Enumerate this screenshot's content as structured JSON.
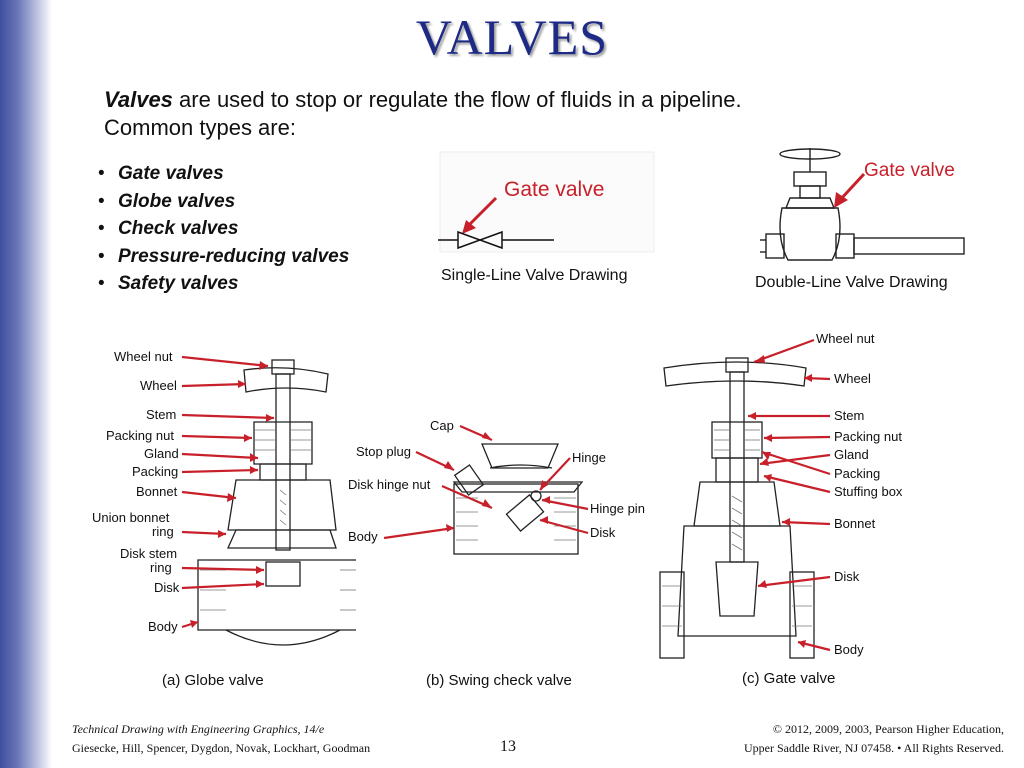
{
  "slide": {
    "title": "VALVES",
    "intro": {
      "bold_word": "Valves",
      "rest": " are used to stop or regulate the flow of fluids in a pipeline.",
      "line2": "Common types are:"
    },
    "bullets": [
      "Gate valves",
      "Globe valves",
      "Check valves",
      "Pressure-reducing valves",
      "Safety valves"
    ],
    "single_line": {
      "label": "Gate valve",
      "caption": "Single-Line Valve Drawing"
    },
    "double_line": {
      "label": "Gate valve",
      "caption": "Double-Line Valve Drawing"
    },
    "globe": {
      "labels": [
        "Wheel nut",
        "Wheel",
        "Stem",
        "Packing nut",
        "Gland",
        "Packing",
        "Bonnet",
        "Union bonnet",
        "ring",
        "Disk stem",
        "ring",
        "Disk",
        "Body"
      ],
      "caption": "(a) Globe valve"
    },
    "check": {
      "labels": [
        "Cap",
        "Stop plug",
        "Disk hinge nut",
        "Body",
        "Hinge",
        "Hinge pin",
        "Disk"
      ],
      "caption": "(b) Swing check valve"
    },
    "gate": {
      "labels": [
        "Wheel nut",
        "Wheel",
        "Stem",
        "Packing nut",
        "Gland",
        "Packing",
        "Stuffing box",
        "Bonnet",
        "Disk",
        "Body"
      ],
      "caption": "(c) Gate valve"
    },
    "footer": {
      "book": "Technical Drawing with Engineering Graphics, 14/e",
      "authors": "Giesecke, Hill, Spencer, Dygdon, Novak, Lockhart, Goodman",
      "page_number": "13",
      "copyright": "© 2012, 2009, 2003, Pearson Higher Education,",
      "rights": "Upper Saddle River, NJ 07458. • All Rights Reserved."
    },
    "colors": {
      "title": "#1d2b86",
      "arrow": "#c8202a",
      "band": "#3f4f9e"
    }
  }
}
